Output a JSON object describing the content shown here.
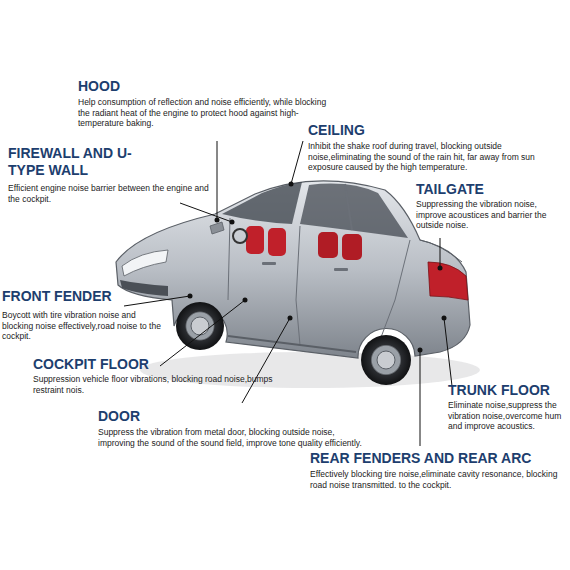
{
  "diagram": {
    "labels": [
      "HOOD",
      "Help consumption of reflection and noise efficiently, while blocking the radiant heat of the engine to protect hood against high-temperature baking.",
      "CEILING",
      "Inhibit the shake roof during travel, blocking outside noise,eliminating the sound of the rain hit, far away from sun exposure caused by the high temperature.",
      "FIREWALL AND U-TYPE WALL",
      "Efficient engine noise barrier between the engine and the cockpit.",
      "TAILGATE",
      "Suppressing the vibration noise, improve acoustices and barrier the outside noise.",
      "FRONT FENDER",
      "Boycott with tire vibration noise and blocking noise effectively,road noise to the cockpit.",
      "COCKPIT FLOOR",
      "Suppression vehicle floor vibrations, blocking road noise,bumps restraint nois.",
      "TRUNK FLOOR",
      "Eliminate noise,suppress the vibration noise,overcome hum and improve acoustics.",
      "DOOR",
      "Suppress the vibration from metal door, blocking outside noise, improving the sound of the sound field, improve tone quality efficiently.",
      "REAR FENDERS AND REAR ARC",
      "Effectively blocking tire noise,eliminate cavity resonance, blocking road noise transmitted. to the cockpit."
    ]
  }
}
